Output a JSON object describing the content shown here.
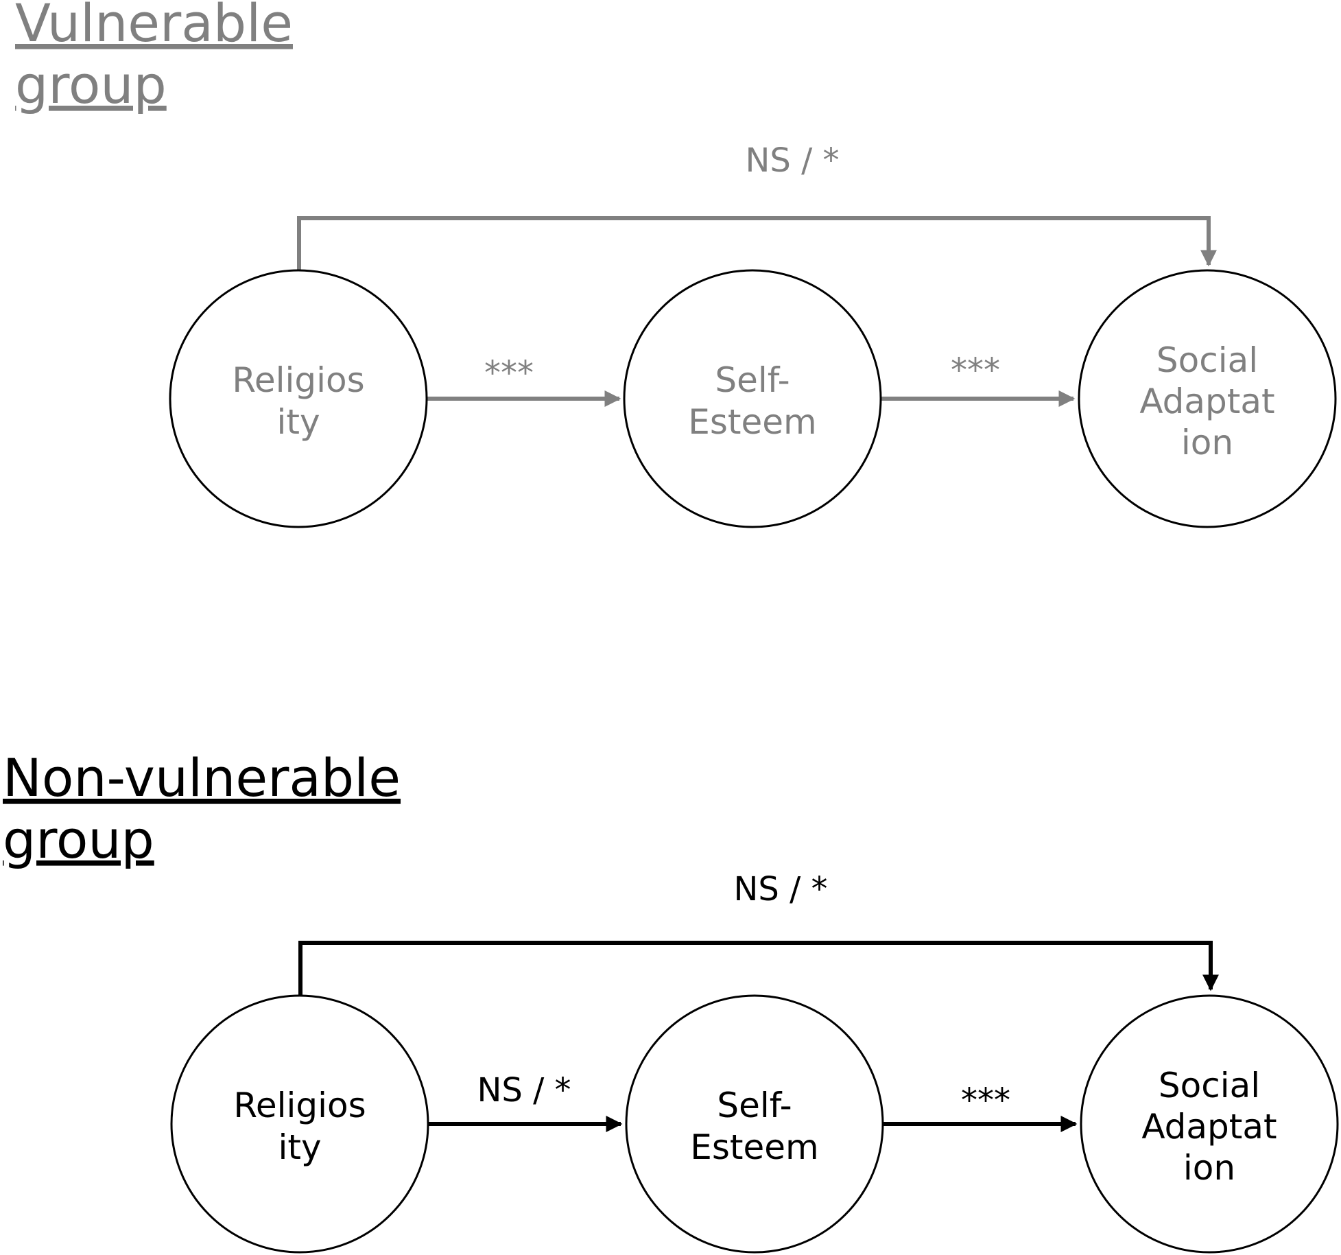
{
  "colors": {
    "vulnerable": "#808080",
    "non_vulnerable": "#000000",
    "circle_stroke": "#000000",
    "background": "#ffffff"
  },
  "panels": [
    {
      "id": "vulnerable",
      "title_lines": [
        "Vulnerable",
        "group"
      ],
      "nodes": [
        {
          "id": "religiosity",
          "label_lines": [
            "Religios",
            "ity"
          ]
        },
        {
          "id": "self-esteem",
          "label_lines": [
            "Self-",
            "Esteem"
          ]
        },
        {
          "id": "social-adaptation",
          "label_lines": [
            "Social",
            "Adaptat",
            "ion"
          ]
        }
      ],
      "edges": [
        {
          "id": "religiosity-to-self-esteem",
          "label": "***"
        },
        {
          "id": "self-esteem-to-social-adaptation",
          "label": "***"
        },
        {
          "id": "religiosity-to-social-adaptation",
          "label": "NS / *"
        }
      ]
    },
    {
      "id": "non-vulnerable",
      "title_lines": [
        "Non-vulnerable",
        "group"
      ],
      "nodes": [
        {
          "id": "religiosity",
          "label_lines": [
            "Religios",
            "ity"
          ]
        },
        {
          "id": "self-esteem",
          "label_lines": [
            "Self-",
            "Esteem"
          ]
        },
        {
          "id": "social-adaptation",
          "label_lines": [
            "Social",
            "Adaptat",
            "ion"
          ]
        }
      ],
      "edges": [
        {
          "id": "religiosity-to-self-esteem",
          "label": "NS / *"
        },
        {
          "id": "self-esteem-to-social-adaptation",
          "label": "***"
        },
        {
          "id": "religiosity-to-social-adaptation",
          "label": "NS / *"
        }
      ]
    }
  ]
}
